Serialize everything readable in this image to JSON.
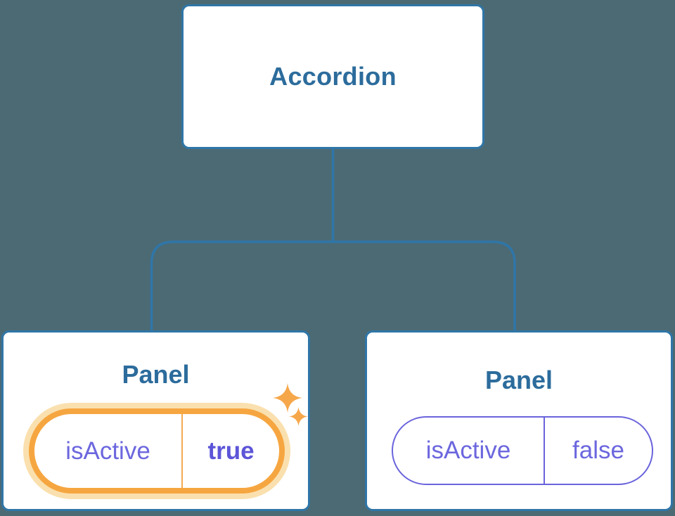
{
  "tree": {
    "root": {
      "label": "Accordion"
    },
    "children": [
      {
        "label": "Panel",
        "state": {
          "name": "isActive",
          "value": "true"
        },
        "highlighted": true
      },
      {
        "label": "Panel",
        "state": {
          "name": "isActive",
          "value": "false"
        },
        "highlighted": false
      }
    ]
  },
  "colors": {
    "background": "#4C6A74",
    "node_fill": "#FFFFFF",
    "node_border": "#2F76A8",
    "connector_line": "#2F76A8",
    "node_label_text": "#2C6C9C",
    "state_name_text": "#6C67DE",
    "state_value_active_text": "#5C55D8",
    "state_value_inactive_text": "#6C67DE",
    "highlight_ring": "#F6A640",
    "highlight_halo": "#FAE0AE",
    "highlight_divider": "#F4AA52",
    "inactive_pill_border": "#6A64DC",
    "sparkle": "#F6A74A"
  },
  "icons": {
    "sparkle_large": "sparkle-icon",
    "sparkle_small": "sparkle-icon"
  }
}
